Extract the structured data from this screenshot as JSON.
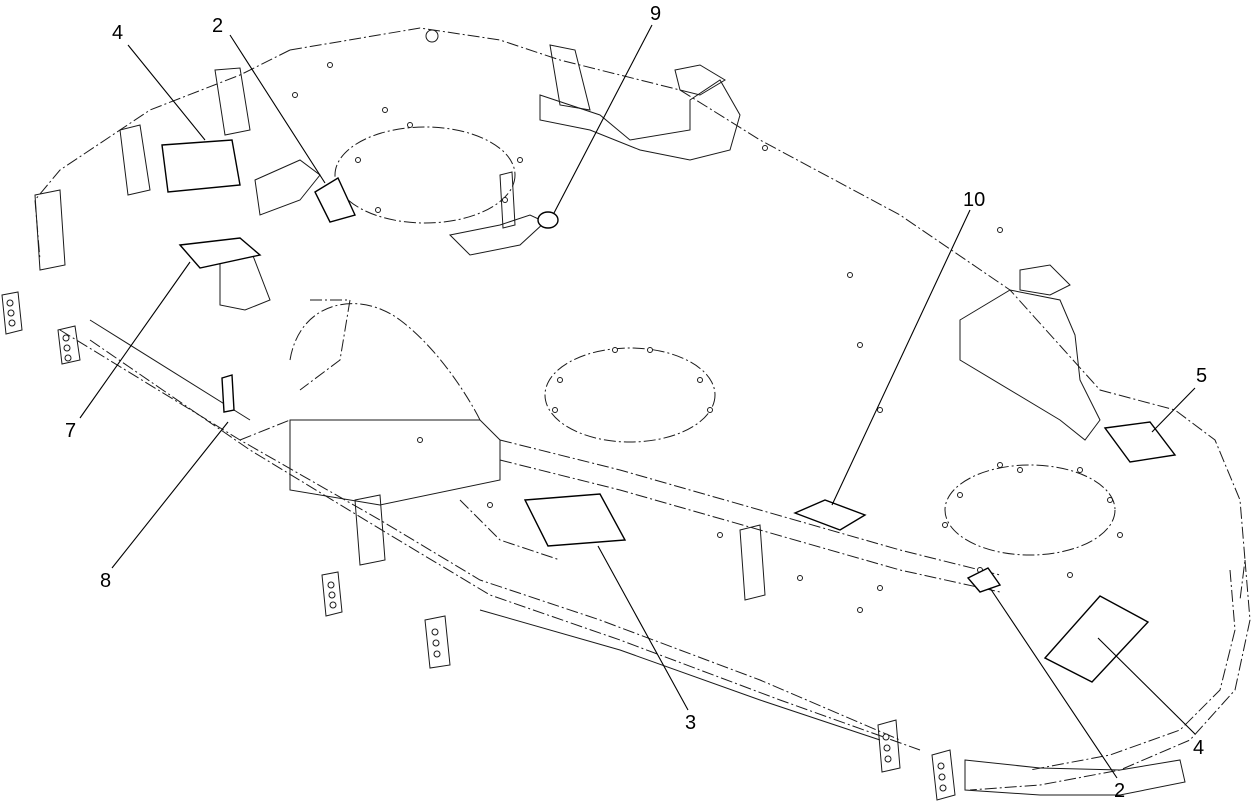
{
  "callouts": [
    {
      "id": "c4a",
      "label": "4"
    },
    {
      "id": "c2a",
      "label": "2"
    },
    {
      "id": "c9",
      "label": "9"
    },
    {
      "id": "c10",
      "label": "10"
    },
    {
      "id": "c5",
      "label": "5"
    },
    {
      "id": "c7",
      "label": "7"
    },
    {
      "id": "c8",
      "label": "8"
    },
    {
      "id": "c3",
      "label": "3"
    },
    {
      "id": "c4b",
      "label": "4"
    },
    {
      "id": "c2b",
      "label": "2"
    }
  ]
}
